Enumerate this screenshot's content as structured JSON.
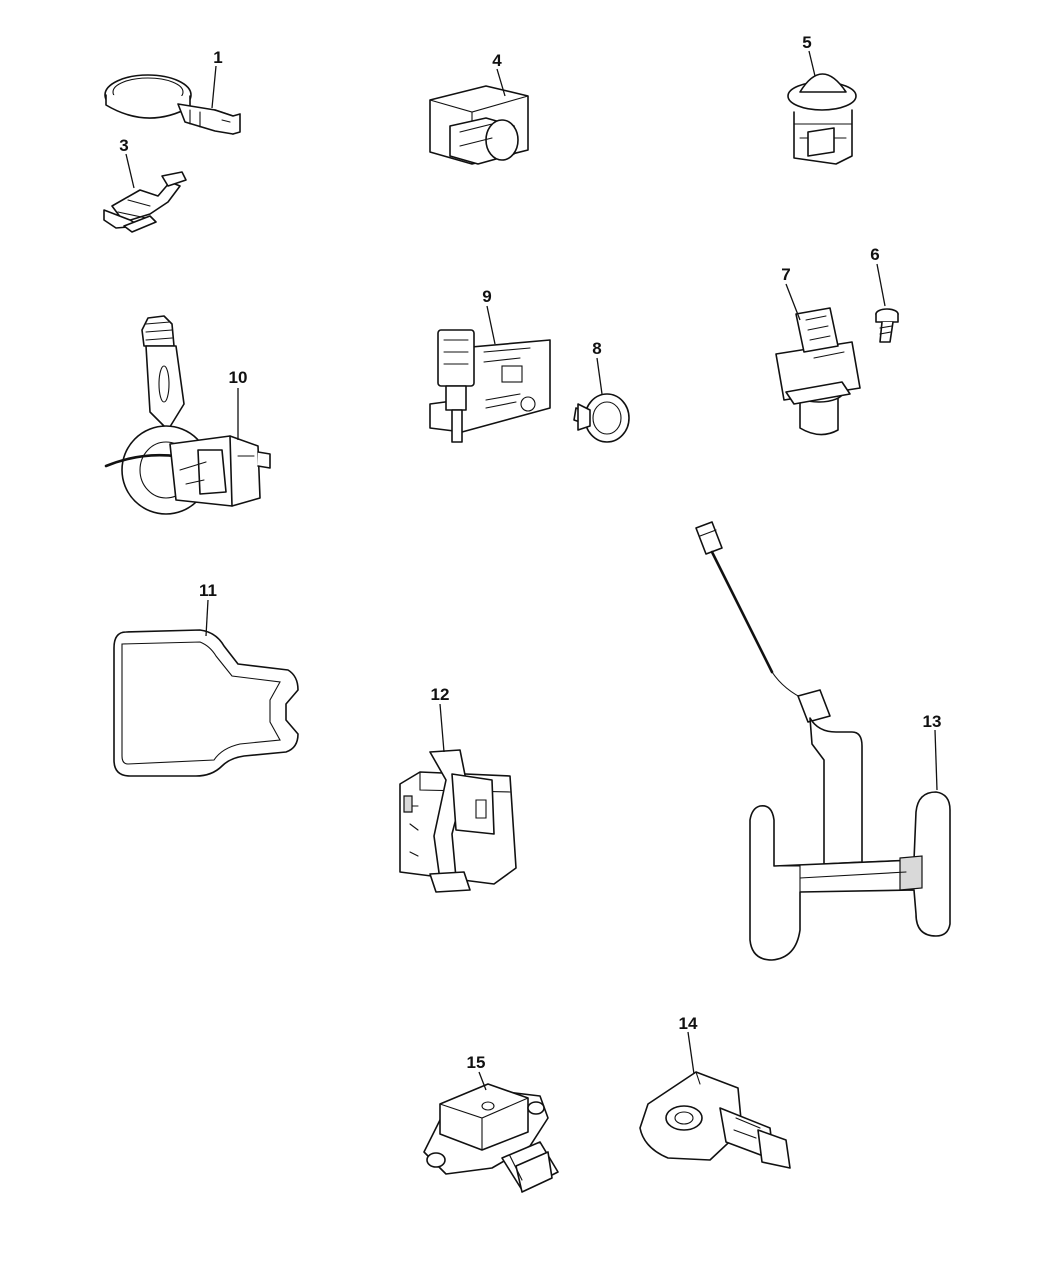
{
  "callouts": {
    "p1": "1",
    "p3": "3",
    "p4": "4",
    "p5": "5",
    "p6": "6",
    "p7": "7",
    "p8": "8",
    "p9": "9",
    "p10": "10",
    "p11": "11",
    "p12": "12",
    "p13": "13",
    "p14": "14",
    "p15": "15"
  },
  "colors": {
    "line": "#111111",
    "background": "#ffffff"
  }
}
